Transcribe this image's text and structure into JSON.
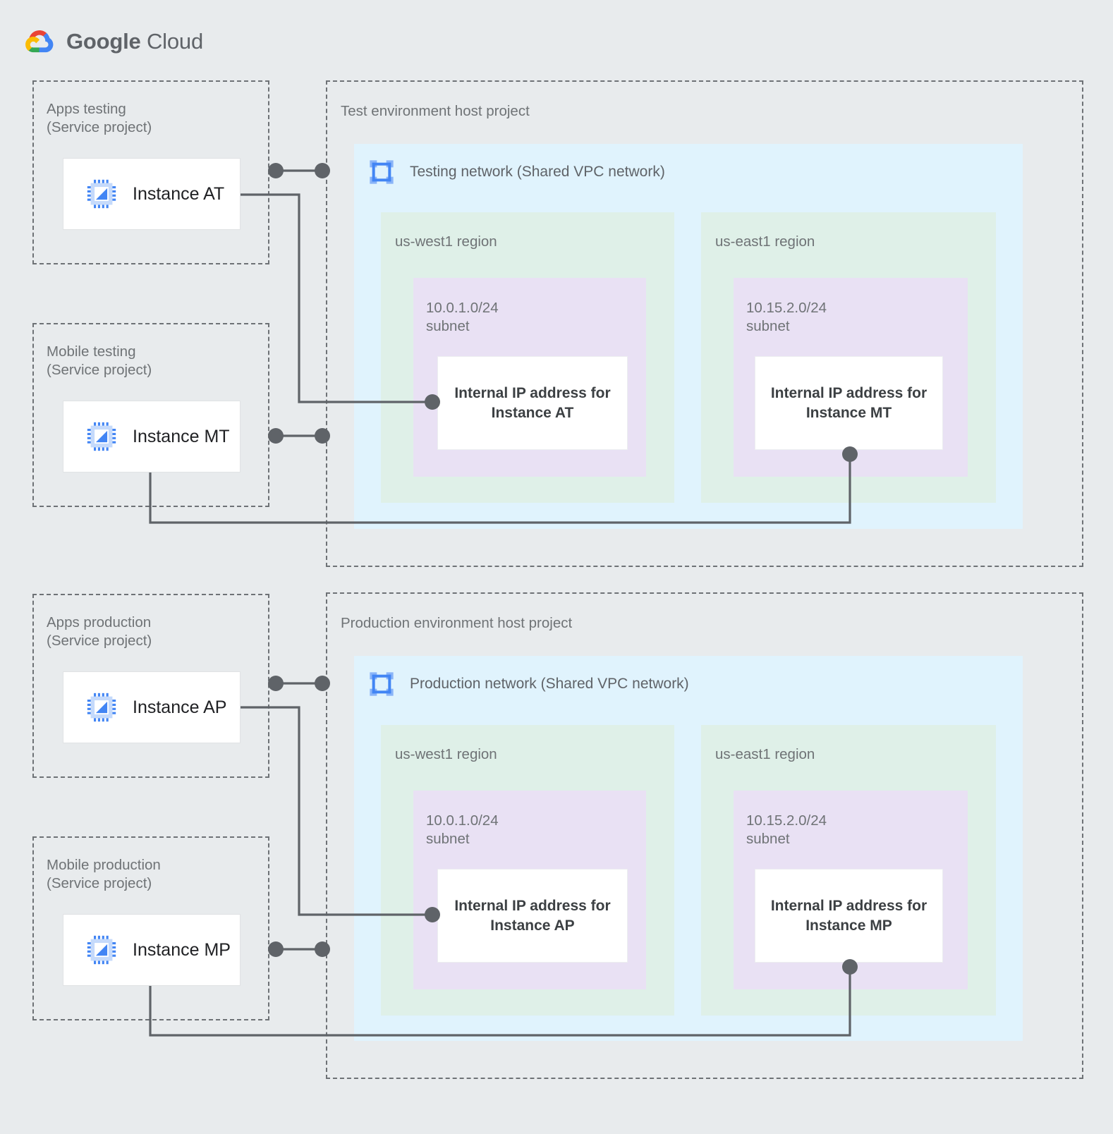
{
  "brand": {
    "name_bold": "Google",
    "name_light": " Cloud",
    "logo_icon": "google-cloud-logo",
    "colors": {
      "red": "#EA4335",
      "yellow": "#FBBC04",
      "green": "#34A853",
      "blue": "#4285F4"
    }
  },
  "theme": {
    "page_background": "#e8ebed",
    "dashed_border": "#6e7276",
    "vpc_fill": "#e0f3fd",
    "region_fill": "#dff0e8",
    "subnet_fill": "#e9e1f4",
    "card_fill": "#ffffff",
    "wire": "#5f6368",
    "label_text": "#6f7376",
    "bold_text": "#3c4043",
    "instance_icon_blue": "#4285F4",
    "instance_icon_light": "#A7C7FA"
  },
  "service_projects": [
    {
      "id": "apps-testing",
      "title": "Apps testing\n(Service project)",
      "instance": {
        "label": "Instance AT",
        "icon": "cpu-icon"
      }
    },
    {
      "id": "mobile-testing",
      "title": "Mobile testing\n(Service project)",
      "instance": {
        "label": "Instance MT",
        "icon": "cpu-icon"
      }
    },
    {
      "id": "apps-production",
      "title": "Apps production\n(Service project)",
      "instance": {
        "label": "Instance AP",
        "icon": "cpu-icon"
      }
    },
    {
      "id": "mobile-production",
      "title": "Mobile production\n(Service project)",
      "instance": {
        "label": "Instance MP",
        "icon": "cpu-icon"
      }
    }
  ],
  "host_projects": [
    {
      "id": "test-environment",
      "title": "Test environment host project",
      "network": {
        "title": "Testing network (Shared VPC network)",
        "icon": "vpc-network-icon"
      },
      "regions": [
        {
          "name": "us-west1 region",
          "subnet": {
            "cidr_label": "10.0.1.0/24\nsubnet",
            "ip_box": "Internal IP address for\nInstance AT"
          }
        },
        {
          "name": "us-east1 region",
          "subnet": {
            "cidr_label": "10.15.2.0/24\nsubnet",
            "ip_box": "Internal IP address for\nInstance MT"
          }
        }
      ]
    },
    {
      "id": "production-environment",
      "title": "Production environment host project",
      "network": {
        "title": "Production network (Shared VPC network)",
        "icon": "vpc-network-icon"
      },
      "regions": [
        {
          "name": "us-west1 region",
          "subnet": {
            "cidr_label": "10.0.1.0/24\nsubnet",
            "ip_box": "Internal IP address for\nInstance AP"
          }
        },
        {
          "name": "us-east1 region",
          "subnet": {
            "cidr_label": "10.15.2.0/24\nsubnet",
            "ip_box": "Internal IP address for\nInstance MP"
          }
        }
      ]
    }
  ]
}
